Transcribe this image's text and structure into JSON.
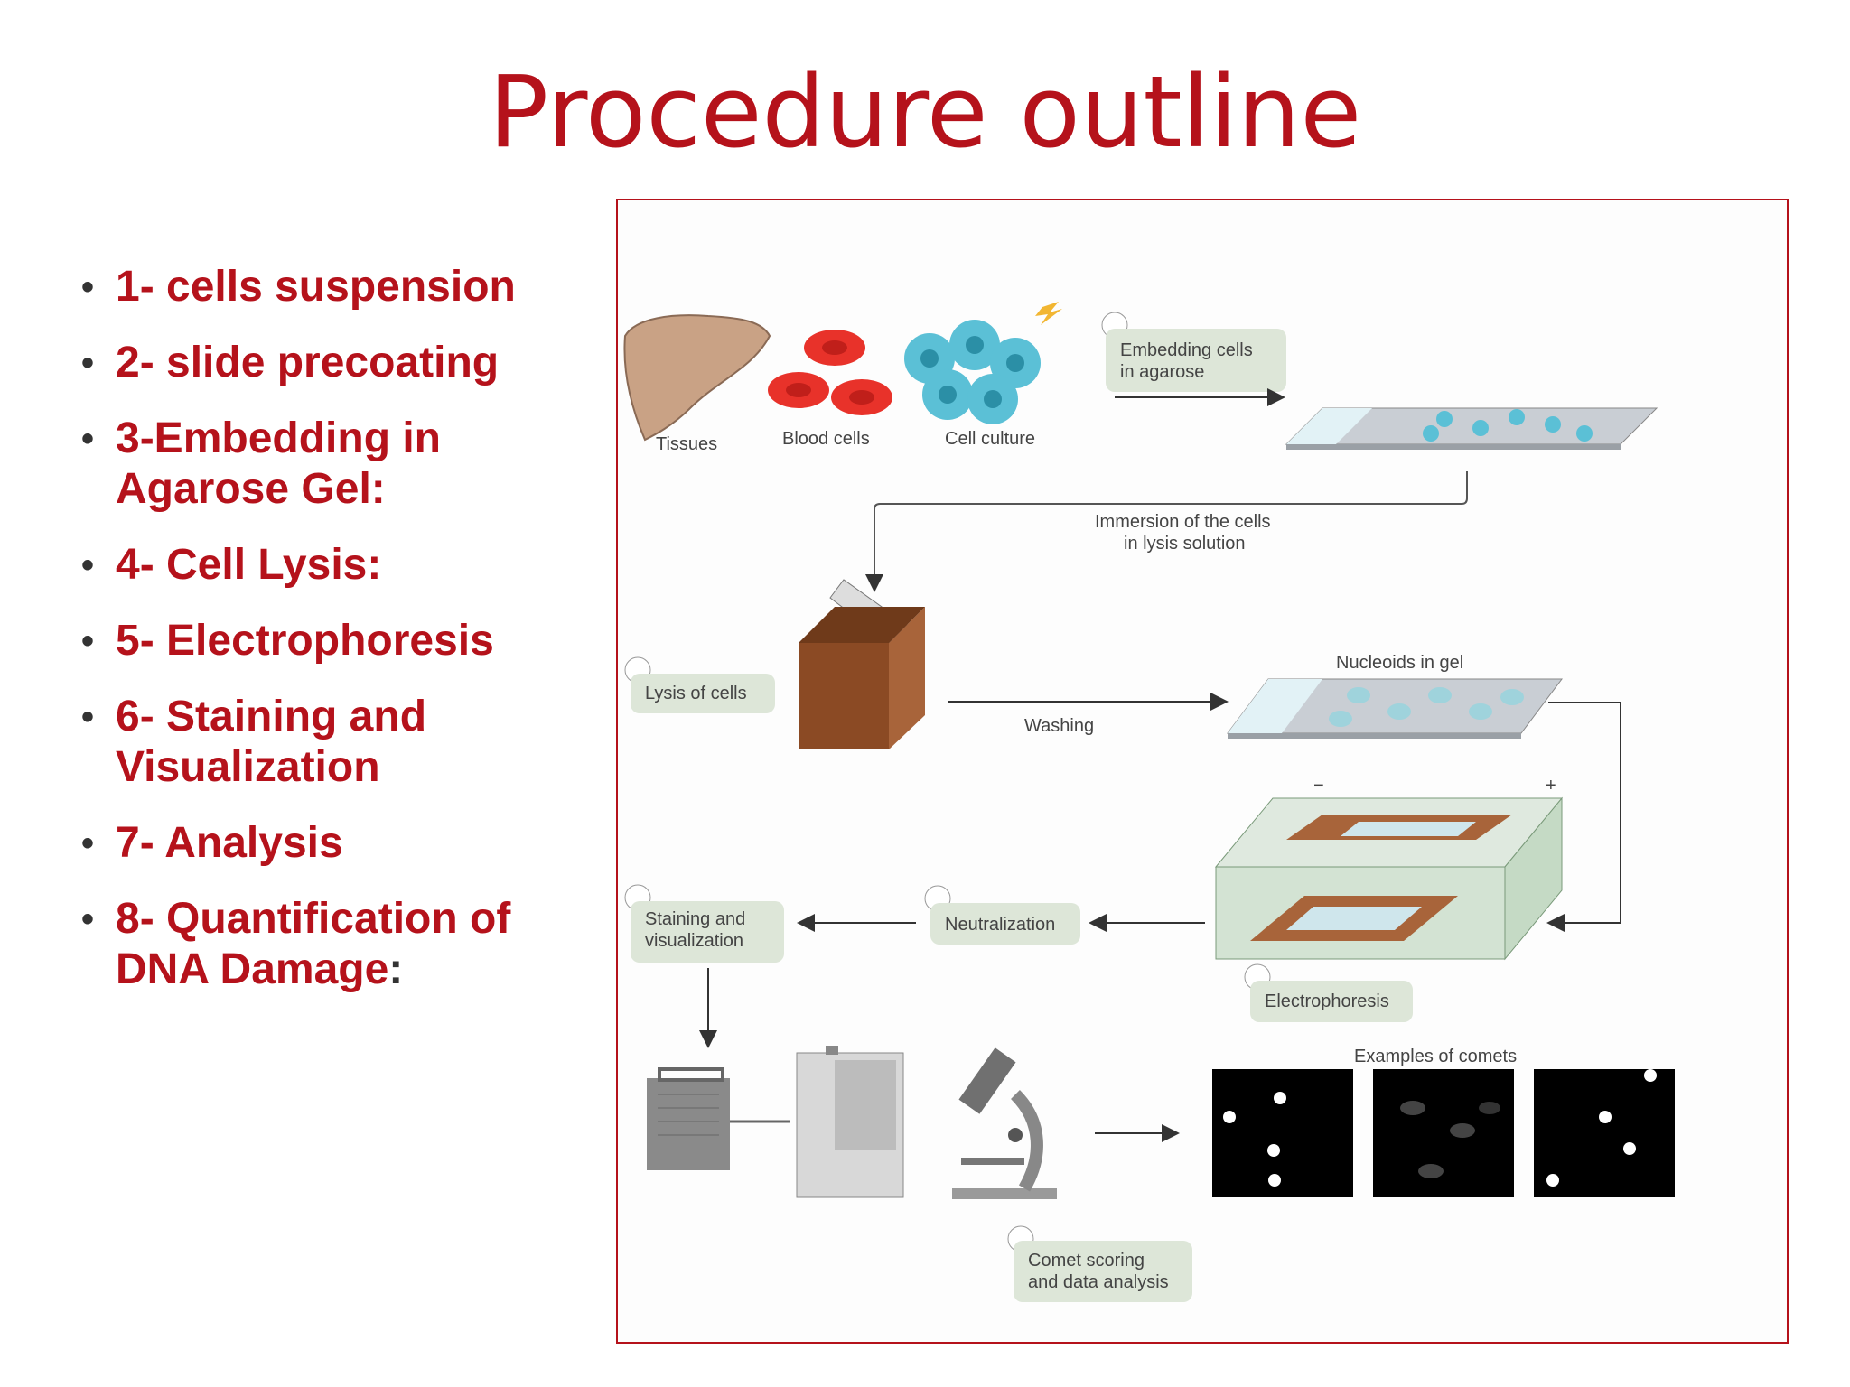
{
  "slide": {
    "title": "Procedure outline",
    "steps": [
      {
        "text": "1- cells suspension"
      },
      {
        "text": "2- slide precoating"
      },
      {
        "text": "3-Embedding in Agarose Gel:"
      },
      {
        "text": "4- Cell Lysis:"
      },
      {
        "text": "5- Electrophoresis"
      },
      {
        "text": "6- Staining and Visualization"
      },
      {
        "text": "7- Analysis"
      },
      {
        "text": "8- Quantification of DNA Damage"
      }
    ],
    "last_step_colon": ":"
  },
  "diagram": {
    "sources": {
      "tissues": "Tissues",
      "blood": "Blood cells",
      "culture": "Cell culture"
    },
    "embedding": [
      "Embedding cells",
      "in agarose"
    ],
    "immersion": [
      "Immersion of the cells",
      "in lysis solution"
    ],
    "lysis": "Lysis of cells",
    "washing": "Washing",
    "nucleoids": "Nucleoids in gel",
    "minus": "−",
    "plus": "+",
    "electrophoresis": "Electrophoresis",
    "neutralization": "Neutralization",
    "staining": [
      "Staining and",
      "visualization"
    ],
    "comet_examples": "Examples of comets",
    "scoring": [
      "Comet scoring",
      "and data analysis"
    ]
  },
  "colors": {
    "accent": "#b5121b",
    "label_box": "#dde6d8",
    "cell": "#5bc0d6",
    "blood": "#e8322a"
  }
}
